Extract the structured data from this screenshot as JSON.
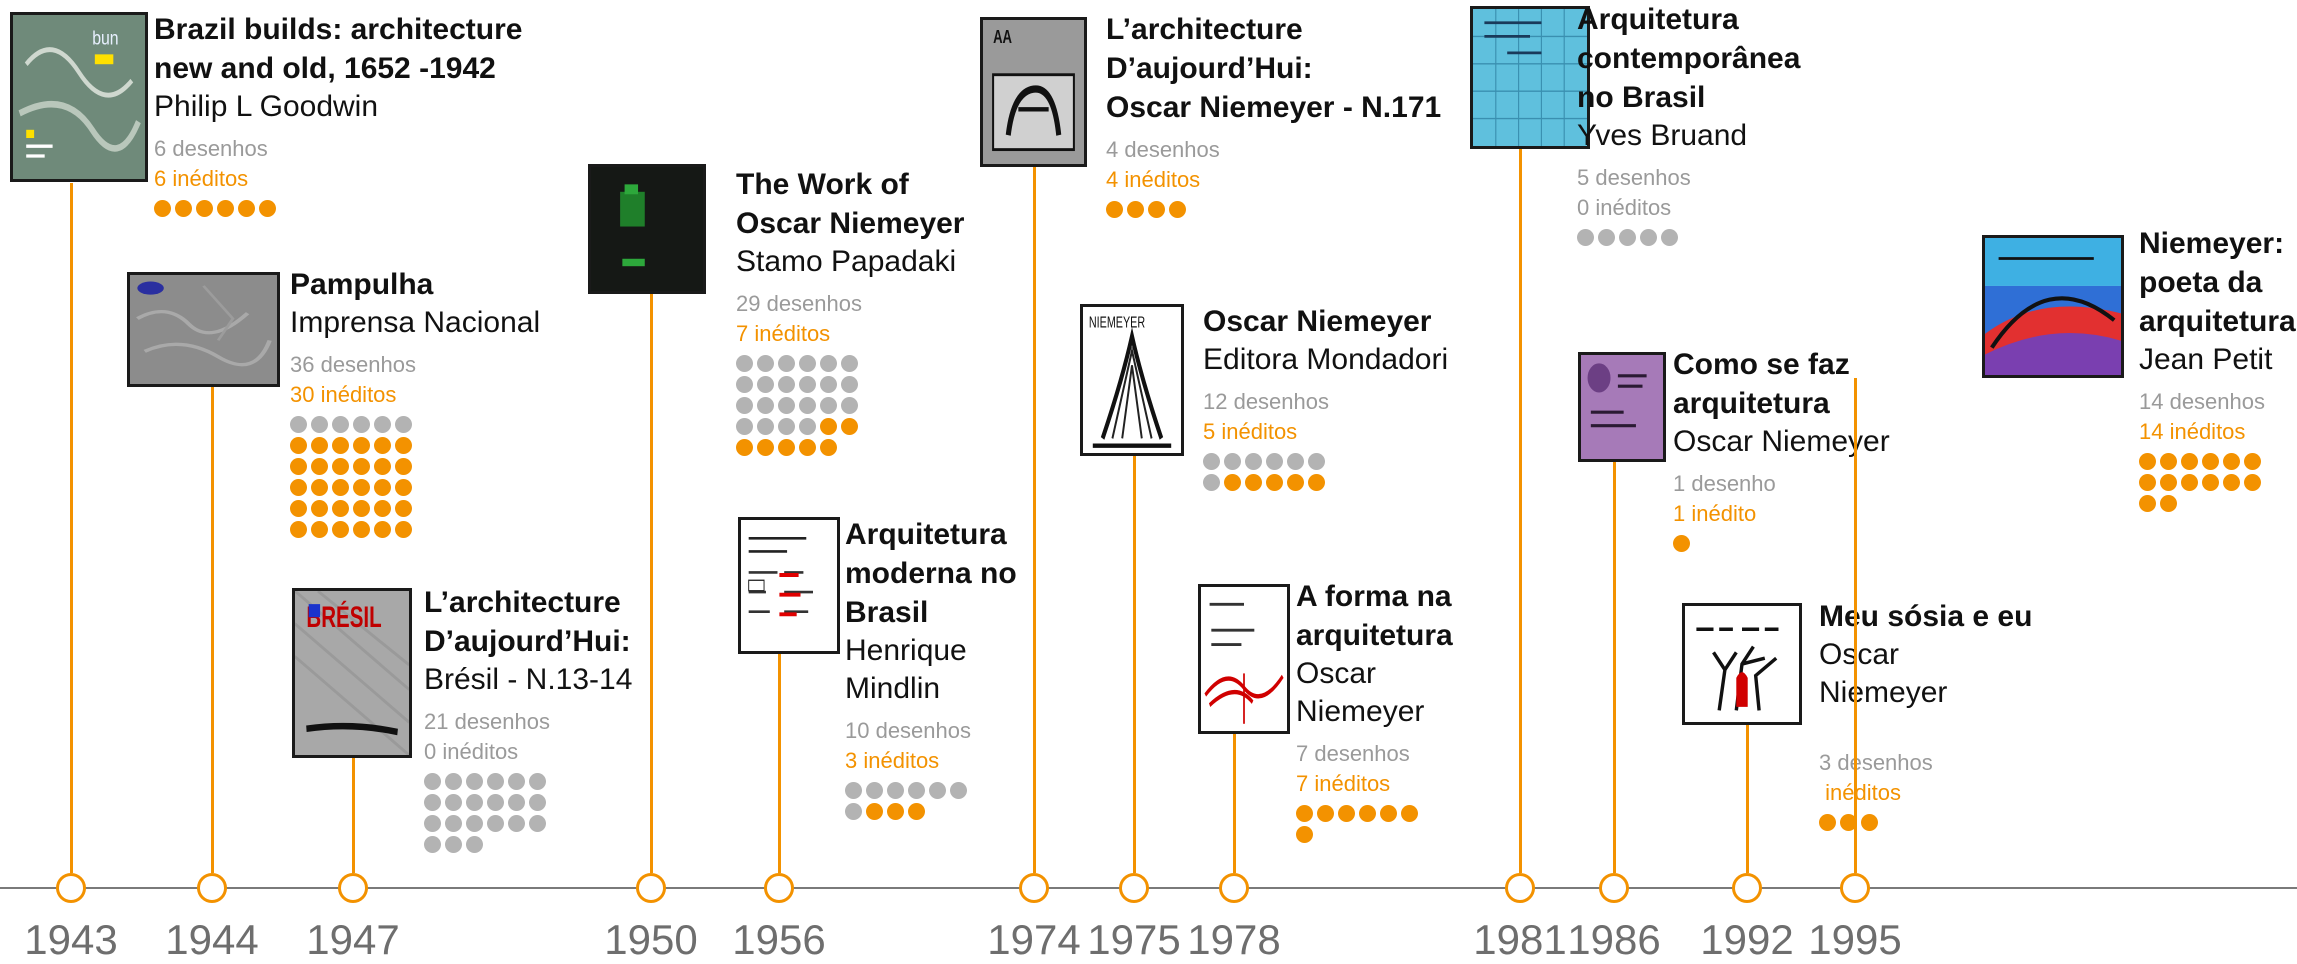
{
  "colors": {
    "accent": "#f39200",
    "gray_dot": "#b3b3b3",
    "axis": "#7a7a7a"
  },
  "books": [
    {
      "year": "1943",
      "title": [
        "Brazil builds: architecture",
        "new and old, 1652 -1942"
      ],
      "author": [
        "Philip L Goodwin"
      ],
      "count": "6 desenhos",
      "unpublished": "6 inéditos",
      "drawings": 6,
      "new": 6,
      "cols": 6
    },
    {
      "year": "1944",
      "title": [
        "Pampulha"
      ],
      "author": [
        "Imprensa Nacional"
      ],
      "count": "36 desenhos",
      "unpublished": "30 inéditos",
      "drawings": 36,
      "new": 30,
      "cols": 6
    },
    {
      "year": "1947",
      "title": [
        "L’architecture",
        "D’aujourd’Hui:"
      ],
      "author": [
        "Brésil - N.13-14"
      ],
      "count": "21 desenhos",
      "unpublished": "0 inéditos",
      "drawings": 21,
      "new": 0,
      "cols": 6
    },
    {
      "year": "1950",
      "title": [
        "The Work of",
        "Oscar Niemeyer"
      ],
      "author": [
        "Stamo Papadaki"
      ],
      "count": "29 desenhos",
      "unpublished": "7 inéditos",
      "drawings": 29,
      "new": 7,
      "cols": 6
    },
    {
      "year": "1956",
      "title": [
        "Arquitetura",
        "moderna no",
        "Brasil"
      ],
      "author": [
        "Henrique",
        "Mindlin"
      ],
      "count": "10 desenhos",
      "unpublished": "3 inéditos",
      "drawings": 10,
      "new": 3,
      "cols": 6
    },
    {
      "year": "1974",
      "title": [
        "L’architecture",
        "D’aujourd’Hui:",
        "Oscar Niemeyer - N.171"
      ],
      "author": [],
      "count": "4 desenhos",
      "unpublished": "4 inéditos",
      "drawings": 4,
      "new": 4,
      "cols": 6
    },
    {
      "year": "1975",
      "title": [
        "Oscar Niemeyer"
      ],
      "author": [
        "Editora Mondadori"
      ],
      "count": "12 desenhos",
      "unpublished": "5 inéditos",
      "drawings": 12,
      "new": 5,
      "cols": 6
    },
    {
      "year": "1978",
      "title": [
        "A forma na",
        "arquitetura"
      ],
      "author": [
        "Oscar",
        "Niemeyer"
      ],
      "count": "7 desenhos",
      "unpublished": "7 inéditos",
      "drawings": 7,
      "new": 7,
      "cols": 6
    },
    {
      "year": "1981",
      "title": [
        "Arquitetura",
        "contemporânea",
        "no Brasil"
      ],
      "author": [
        "Yves Bruand"
      ],
      "count": "5 desenhos",
      "unpublished": "0 inéditos",
      "drawings": 5,
      "new": 0,
      "cols": 6
    },
    {
      "year": "1986",
      "title": [
        "Como se faz",
        "arquitetura"
      ],
      "author": [
        "Oscar Niemeyer"
      ],
      "count": "1 desenho",
      "unpublished": "1 inédito",
      "drawings": 1,
      "new": 1,
      "cols": 6
    },
    {
      "year": "1992",
      "title": [
        "Meu sósia e eu"
      ],
      "author": [
        "Oscar",
        "Niemeyer"
      ],
      "count": "3 desenhos",
      "unpublished": " inéditos",
      "drawings": 3,
      "new": 3,
      "cols": 6
    },
    {
      "year": "1995",
      "title": [
        "Niemeyer:",
        "poeta da",
        "arquitetura"
      ],
      "author": [
        "Jean Petit"
      ],
      "count": "14 desenhos",
      "unpublished": "14 inéditos",
      "drawings": 14,
      "new": 14,
      "cols": 6
    }
  ]
}
